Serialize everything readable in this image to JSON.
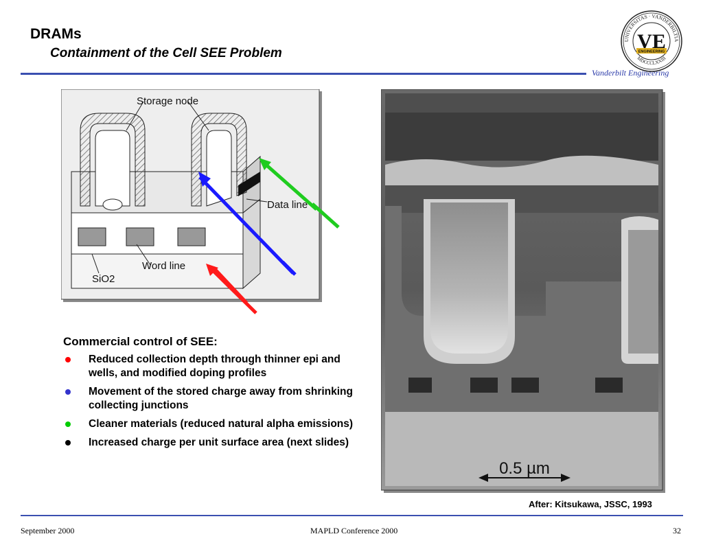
{
  "slide": {
    "title": "DRAMs",
    "subtitle": "Containment of the Cell SEE Problem",
    "org_label": "Vanderbilt Engineering",
    "seal": {
      "ring_top": "UNIVERSITAS · VANDERBILTIA",
      "ring_bottom": "MDCCCLXXIII",
      "monogram": "VE",
      "band": "ENGINEERING"
    }
  },
  "diagram": {
    "labels": {
      "storage_node": "Storage node",
      "data_line": "Data line",
      "word_line": "Word line",
      "sio2": "SiO2"
    },
    "arrow_colors": {
      "red": "#ff1a1a",
      "blue": "#1a1aff",
      "green": "#1fcc1f"
    }
  },
  "photo": {
    "scale_label": "0.5 µm"
  },
  "bullets": {
    "heading": "Commercial control of SEE:",
    "items": [
      {
        "text": "Reduced collection depth through thinner epi and wells, and modified doping profiles",
        "color": "#ff0000"
      },
      {
        "text": "Movement of the stored charge away from shrinking collecting junctions",
        "color": "#3333cc"
      },
      {
        "text": "Cleaner materials (reduced natural alpha emissions)",
        "color": "#00cc00"
      },
      {
        "text": "Increased charge per unit surface area (next slides)",
        "color": "#000000"
      }
    ]
  },
  "credit": "After: Kitsukawa, JSSC, 1993",
  "footer": {
    "left": "September 2000",
    "center": "MAPLD Conference 2000",
    "page": "32"
  }
}
